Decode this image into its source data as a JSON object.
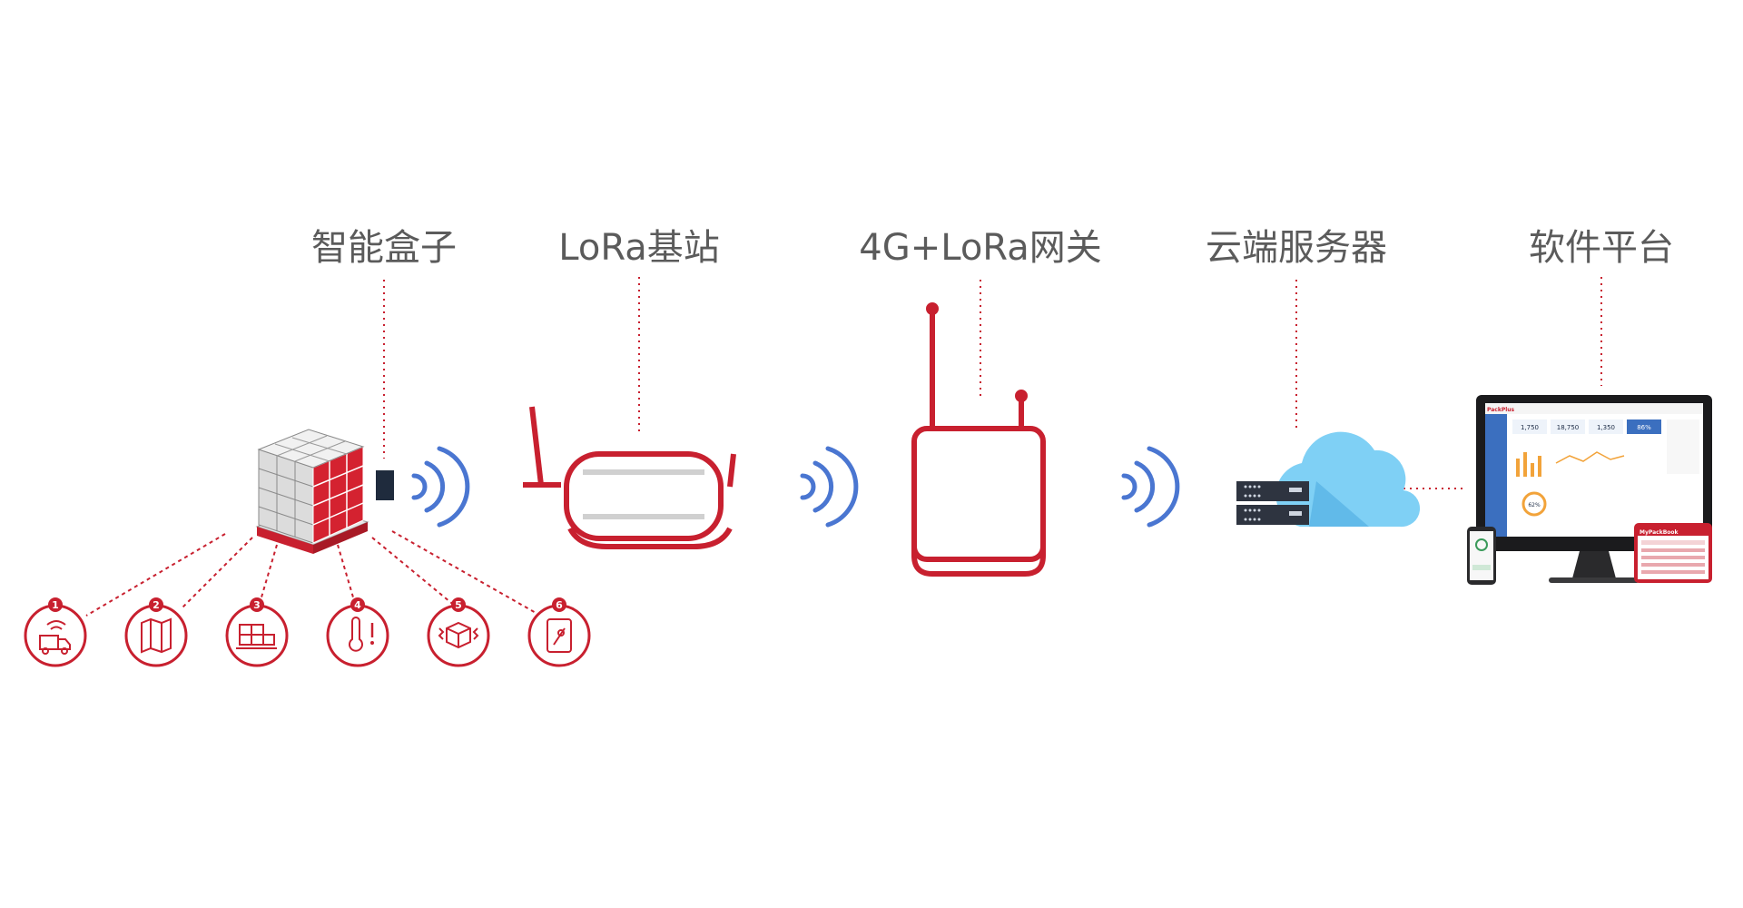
{
  "nodes": [
    {
      "id": "smart-box",
      "label": "智能盒子"
    },
    {
      "id": "lora-base-station",
      "label": "LoRa基站"
    },
    {
      "id": "gateway",
      "label": "4G+LoRa网关"
    },
    {
      "id": "cloud-server",
      "label": "云端服务器"
    },
    {
      "id": "software-platform",
      "label": "软件平台"
    }
  ],
  "features": [
    "1",
    "2",
    "3",
    "4",
    "5",
    "6"
  ],
  "platform": {
    "brand": "PackPlus",
    "tablet_brand": "MyPackBook",
    "stats": [
      "1,750",
      "18,750",
      "1,350",
      "86%"
    ],
    "gauge": "62%"
  },
  "colors": {
    "accent_red": "#c8202f",
    "signal_blue": "#4a76d1",
    "label_gray": "#5b5b5b",
    "cloud_blue": "#7fd0f5",
    "server_dark": "#2e3440"
  }
}
